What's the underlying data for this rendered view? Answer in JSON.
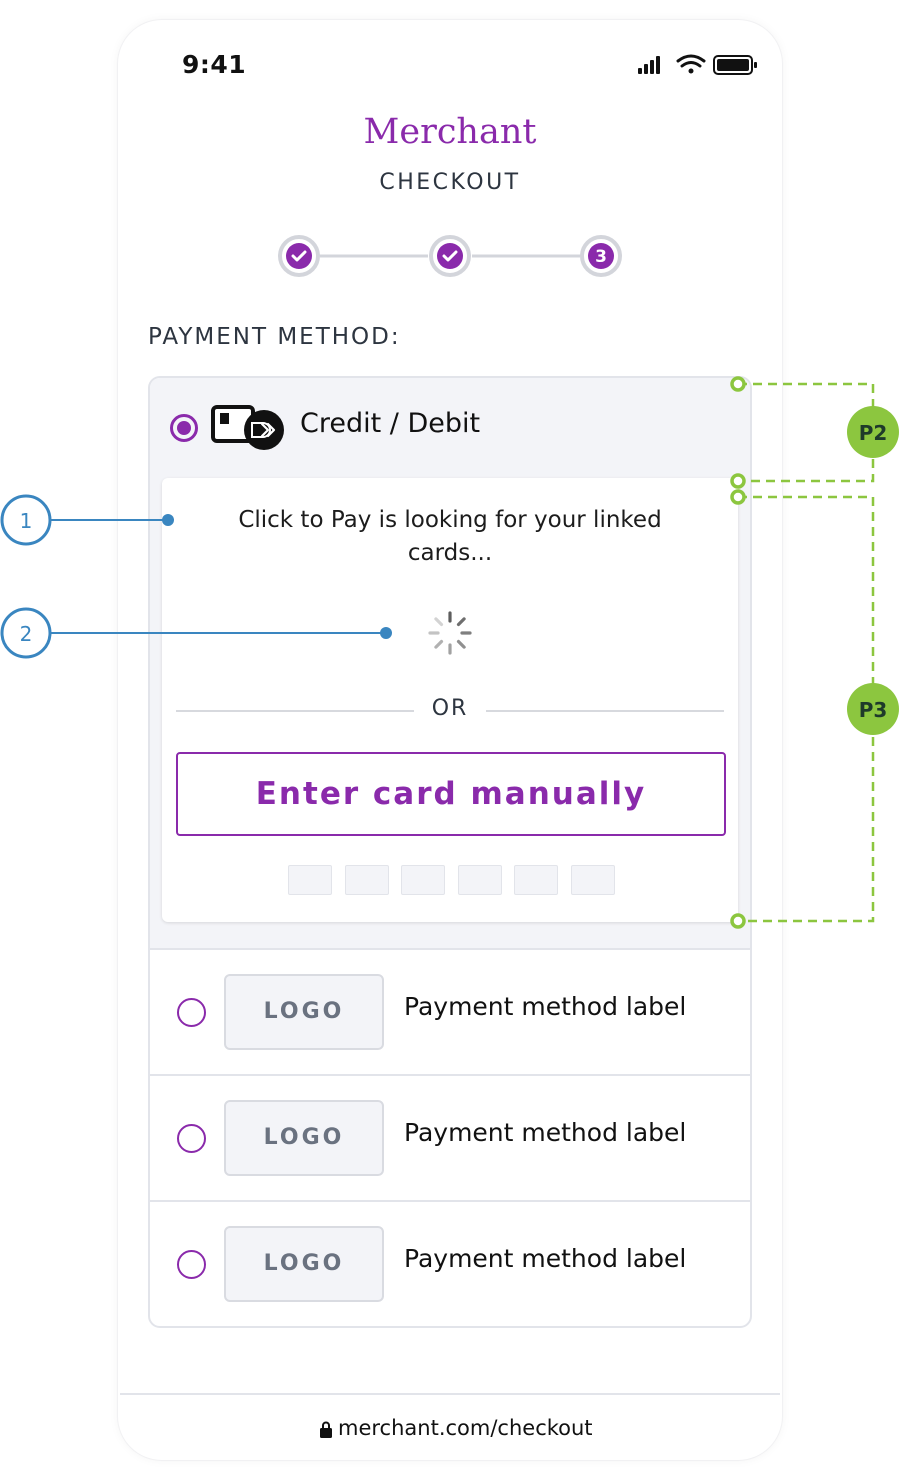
{
  "status_bar": {
    "time": "9:41"
  },
  "header": {
    "brand": "Merchant",
    "subtitle": "CHECKOUT"
  },
  "progress": {
    "steps": [
      "done",
      "done",
      "current"
    ],
    "current_step_label": "3"
  },
  "payment": {
    "section_title": "PAYMENT METHOD:",
    "credit": {
      "label": "Credit / Debit",
      "lookup_text": "Click to Pay is looking for your linked cards...",
      "or_text": "OR",
      "manual_button": "Enter card manually"
    },
    "methods": [
      {
        "logo": "LOGO",
        "label": "Payment method label"
      },
      {
        "logo": "LOGO",
        "label": "Payment method label"
      },
      {
        "logo": "LOGO",
        "label": "Payment method label"
      }
    ]
  },
  "footer": {
    "url": "merchant.com/checkout"
  },
  "annotations": {
    "callouts": [
      "1",
      "2"
    ],
    "brackets": [
      "P2",
      "P3"
    ]
  },
  "colors": {
    "accent": "#8a2aab",
    "callout_blue": "#3a86c0",
    "bracket_green": "#8cc63f",
    "bracket_text": "#1e3a2a"
  },
  "icons": [
    "signal-icon",
    "wifi-icon",
    "battery-icon",
    "checkmark-icon",
    "click-to-pay-icon",
    "spinner-icon",
    "lock-icon"
  ]
}
